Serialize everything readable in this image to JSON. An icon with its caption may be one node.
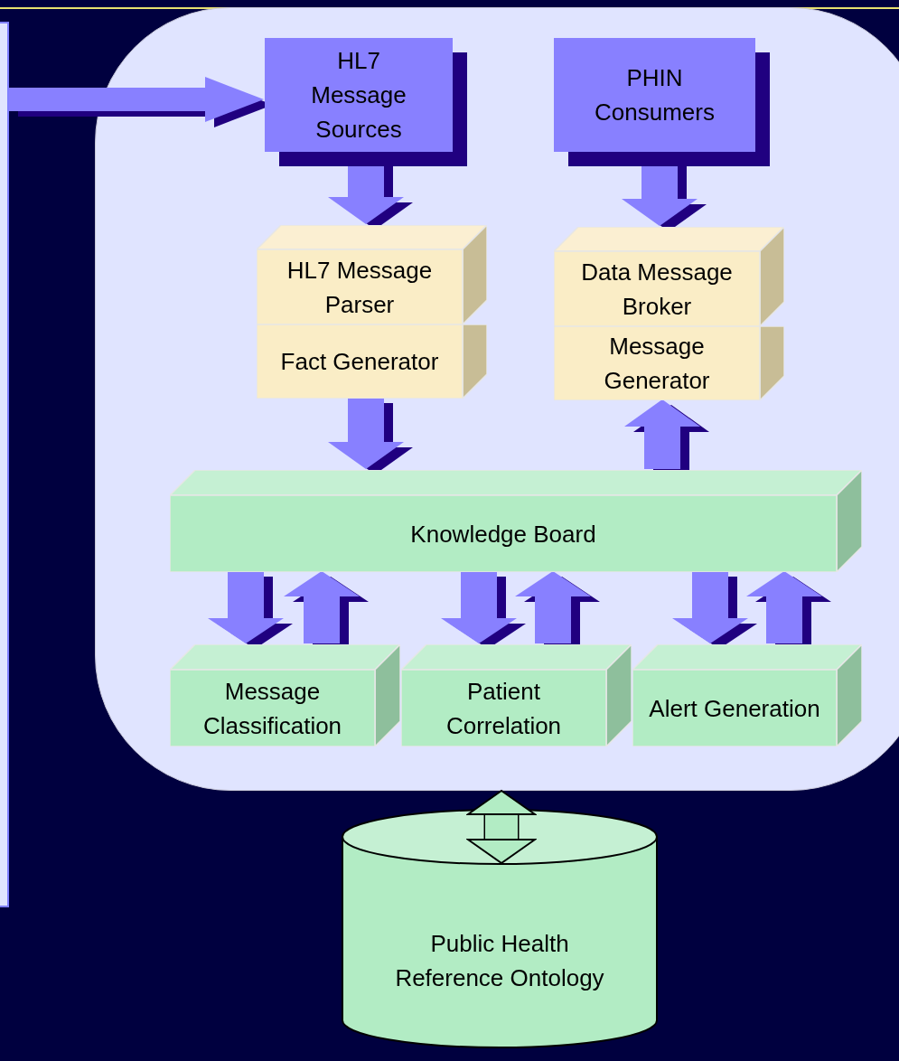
{
  "diagram": {
    "nodes": [
      {
        "text": [],
        "shape": "box"
      },
      {
        "text": [],
        "shape": "box"
      },
      {
        "text": [
          "HL7 Message Sources"
        ],
        "in": 1
      },
      {
        "text": [
          "PHIN Consumers"
        ],
        "in": 1
      },
      {
        "text": [
          "HL7 Message Parser"
        ],
        "in": 1
      },
      {
        "text": [
          "Fact Generator"
        ],
        "in": 1
      },
      {
        "text": [
          "Data Message Broker"
        ],
        "in": 1
      },
      {
        "text": [
          "Message Generator"
        ],
        "in": 1
      },
      {
        "text": [
          "Knowledge Board"
        ],
        "in": 1
      },
      {
        "text": [
          "Message Classification"
        ],
        "in": 1
      },
      {
        "text": [
          "Patient Correlation"
        ],
        "in": 1
      },
      {
        "text": [
          "Alert Generation"
        ],
        "in": 1
      },
      {
        "text": [
          "Public Health Reference Ontology"
        ]
      }
    ],
    "edges": [
      {
        "from": 0,
        "to": 2,
        "arrow": "to"
      },
      {
        "from": 2,
        "to": 4,
        "arrow": "to"
      },
      {
        "from": 3,
        "to": 6,
        "arrow": "to"
      },
      {
        "from": 5,
        "to": 8,
        "arrow": "to"
      },
      {
        "from": 8,
        "to": 7,
        "arrow": "to"
      },
      {
        "from": 8,
        "to": 9,
        "arrow": "to"
      },
      {
        "from": 9,
        "to": 8,
        "arrow": "to"
      },
      {
        "from": 8,
        "to": 10,
        "arrow": "to"
      },
      {
        "from": 10,
        "to": 8,
        "arrow": "to"
      },
      {
        "from": 8,
        "to": 11,
        "arrow": "to"
      },
      {
        "from": 11,
        "to": 8,
        "arrow": "to"
      },
      {
        "from": 12,
        "to": 1,
        "arrow": "both",
        "color": "#b2ecc4"
      }
    ]
  }
}
